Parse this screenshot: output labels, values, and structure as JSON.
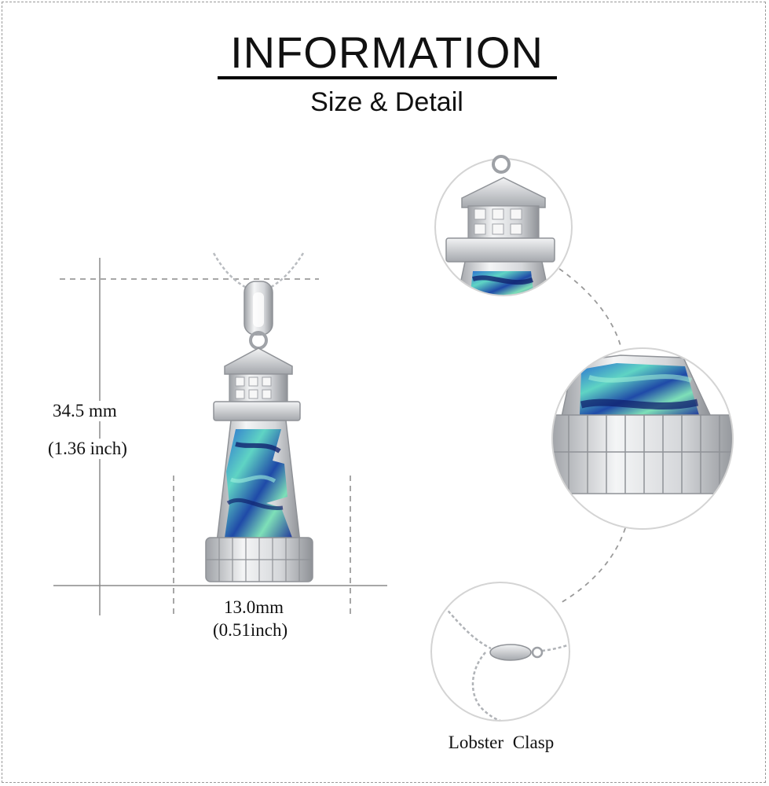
{
  "header": {
    "title": "INFORMATION",
    "subtitle": "Size & Detail"
  },
  "dimensions": {
    "height_mm": "34.5 mm",
    "height_inch": "(1.36 inch)",
    "width_mm": "13.0mm",
    "width_inch": "(0.51inch)"
  },
  "details": {
    "clasp_label": "Lobster  Clasp"
  },
  "colors": {
    "silver": "#c8cacd",
    "abalone_teal": "#3fb8b0",
    "abalone_blue": "#1d3f9a",
    "dim_line": "#8a8a8a"
  }
}
